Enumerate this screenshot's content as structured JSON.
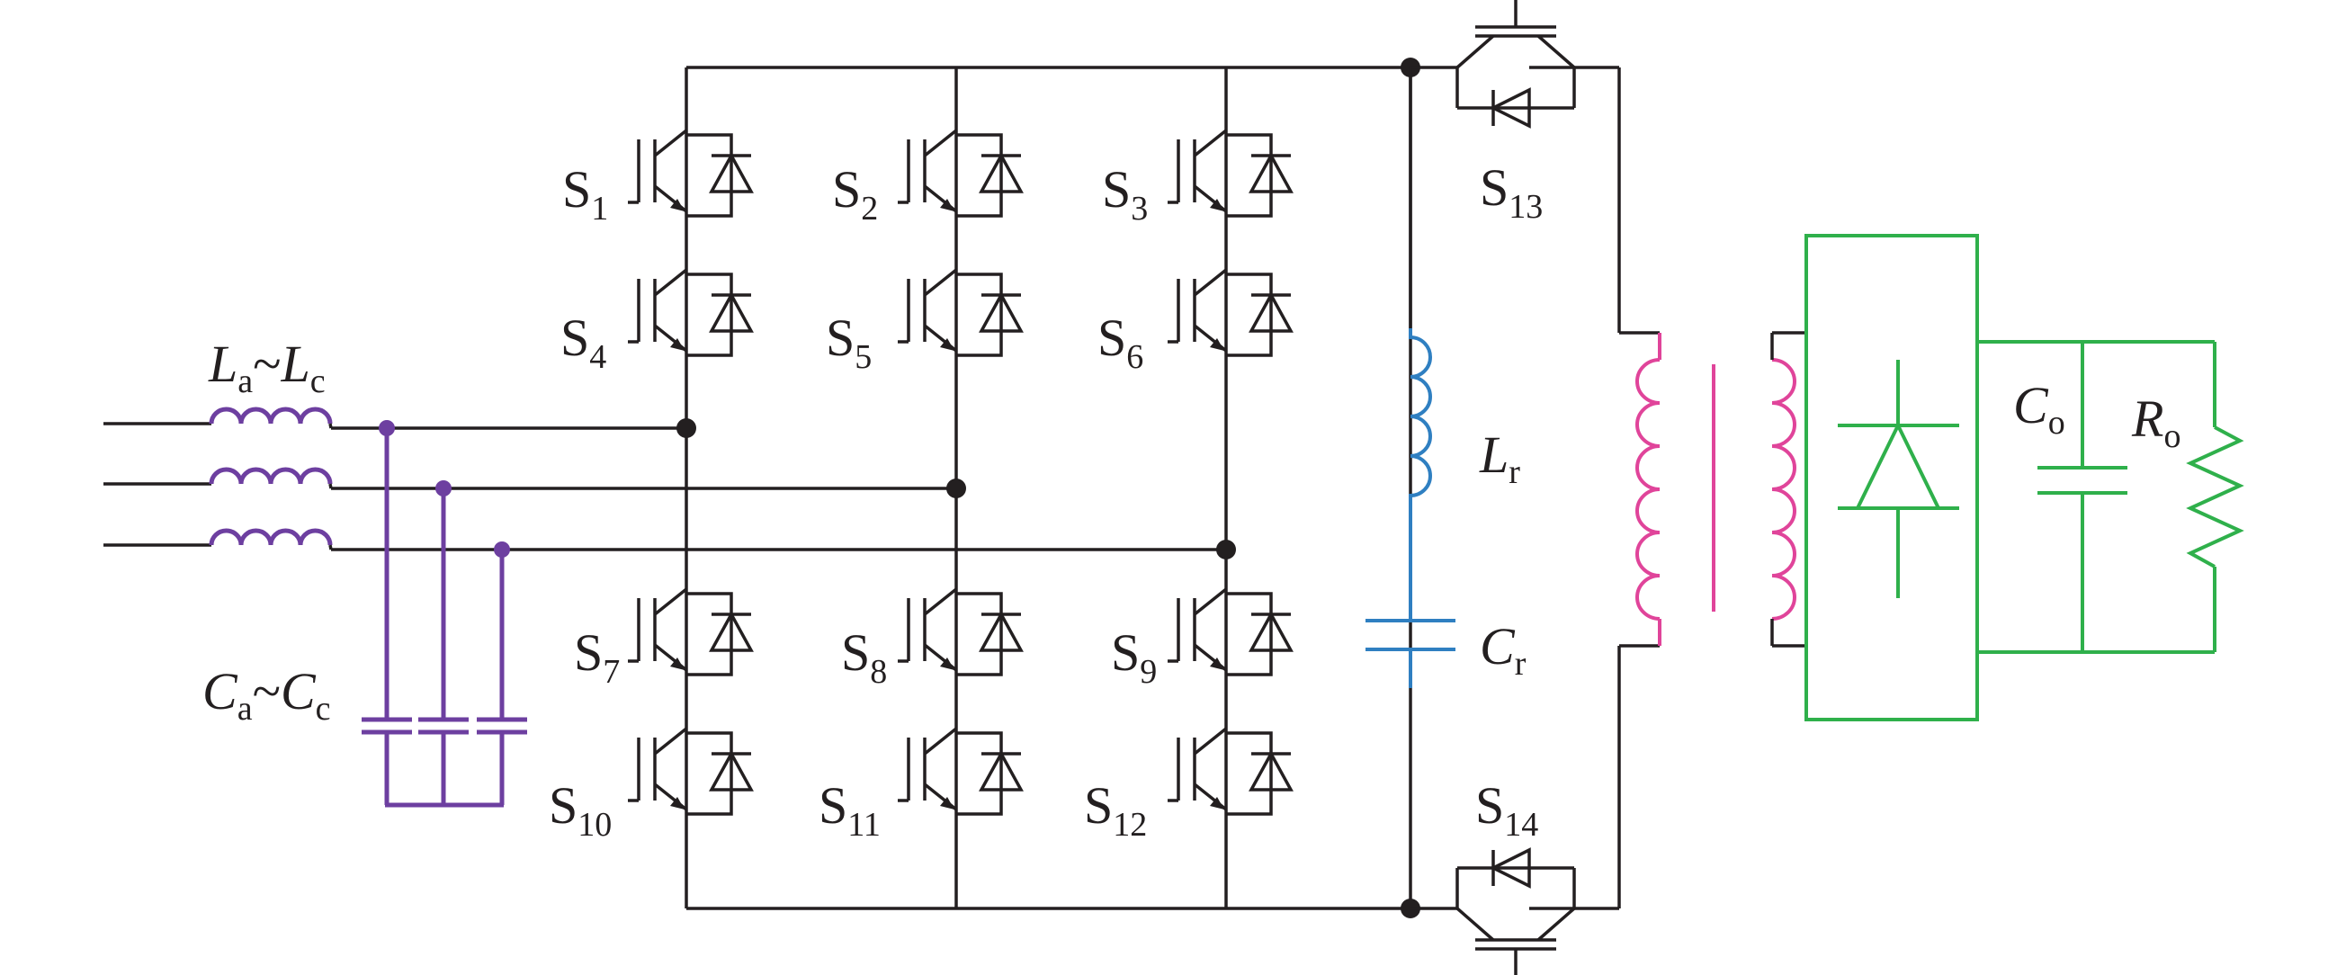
{
  "colors": {
    "wire": "#231f20",
    "input_filter": "#6d3fa0",
    "resonant_tank": "#2f7fc1",
    "transformer": "#e0449a",
    "output_stage": "#2fb04b"
  },
  "labels": {
    "input_inductor": {
      "main1": "L",
      "sub1": "a",
      "sep": "~",
      "main2": "L",
      "sub2": "c"
    },
    "input_capacitor": {
      "main1": "C",
      "sub1": "a",
      "sep": "~",
      "main2": "C",
      "sub2": "c"
    },
    "resonant_inductor": {
      "main": "L",
      "sub": "r"
    },
    "resonant_capacitor": {
      "main": "C",
      "sub": "r"
    },
    "output_capacitor": {
      "main": "C",
      "sub": "o"
    },
    "load_resistor": {
      "main": "R",
      "sub": "o"
    },
    "switches": [
      {
        "main": "S",
        "sub": "1"
      },
      {
        "main": "S",
        "sub": "2"
      },
      {
        "main": "S",
        "sub": "3"
      },
      {
        "main": "S",
        "sub": "4"
      },
      {
        "main": "S",
        "sub": "5"
      },
      {
        "main": "S",
        "sub": "6"
      },
      {
        "main": "S",
        "sub": "7"
      },
      {
        "main": "S",
        "sub": "8"
      },
      {
        "main": "S",
        "sub": "9"
      },
      {
        "main": "S",
        "sub": "10"
      },
      {
        "main": "S",
        "sub": "11"
      },
      {
        "main": "S",
        "sub": "12"
      },
      {
        "main": "S",
        "sub": "13"
      },
      {
        "main": "S",
        "sub": "14"
      }
    ]
  }
}
